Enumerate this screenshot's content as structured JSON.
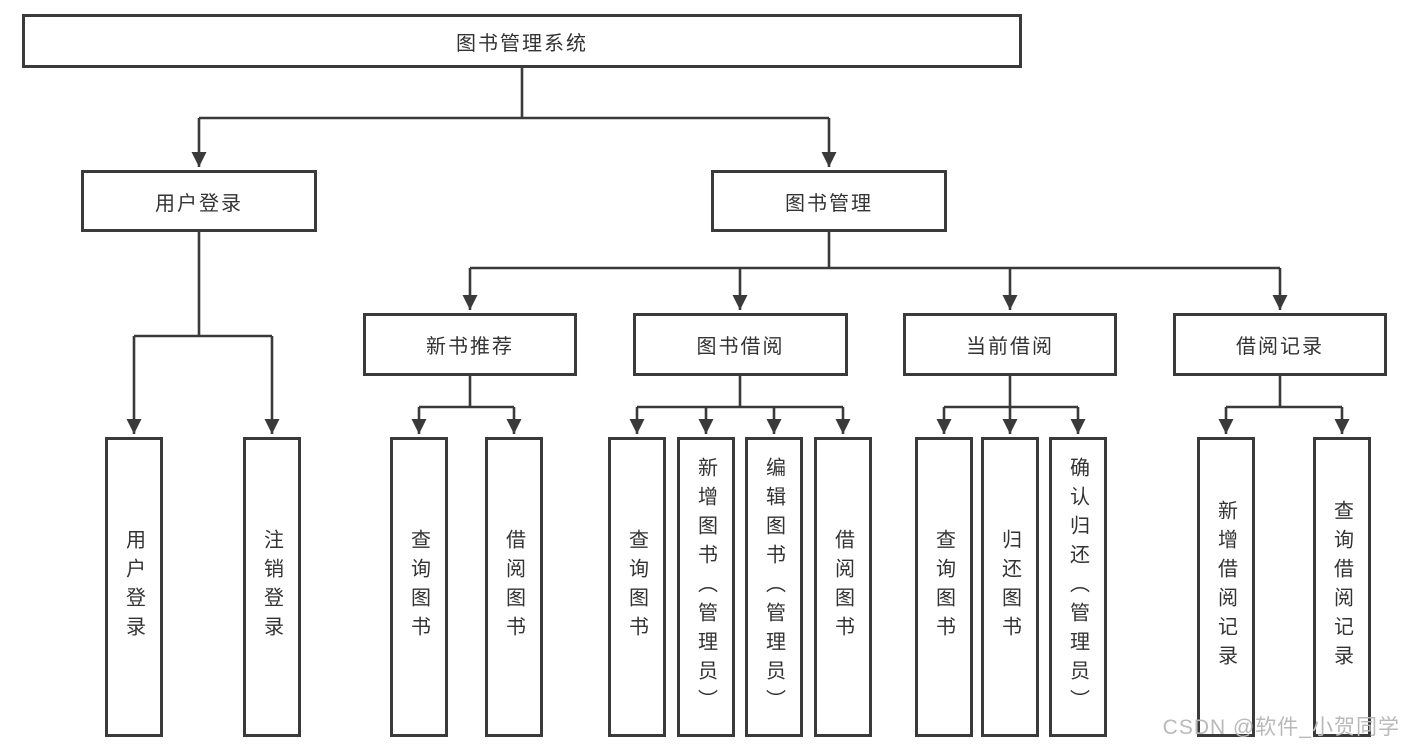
{
  "diagram": {
    "root": {
      "label": "图书管理系统"
    },
    "branches": [
      {
        "label": "用户登录",
        "children": [
          {
            "label": "用户登录"
          },
          {
            "label": "注销登录"
          }
        ]
      },
      {
        "label": "图书管理",
        "groups": [
          {
            "label": "新书推荐",
            "children": [
              {
                "label": "查询图书"
              },
              {
                "label": "借阅图书"
              }
            ]
          },
          {
            "label": "图书借阅",
            "children": [
              {
                "label": "查询图书"
              },
              {
                "label": "新增图书（管理员）"
              },
              {
                "label": "编辑图书（管理员）"
              },
              {
                "label": "借阅图书"
              }
            ]
          },
          {
            "label": "当前借阅",
            "children": [
              {
                "label": "查询图书"
              },
              {
                "label": "归还图书"
              },
              {
                "label": "确认归还（管理员）"
              }
            ]
          },
          {
            "label": "借阅记录",
            "children": [
              {
                "label": "新增借阅记录"
              },
              {
                "label": "查询借阅记录"
              }
            ]
          }
        ]
      }
    ]
  },
  "watermark": {
    "text": "CSDN @软件_小贺同学"
  },
  "colors": {
    "line": "#3a3a3a",
    "text": "#333333",
    "watermark": "#b9b9b9",
    "background": "#ffffff"
  }
}
